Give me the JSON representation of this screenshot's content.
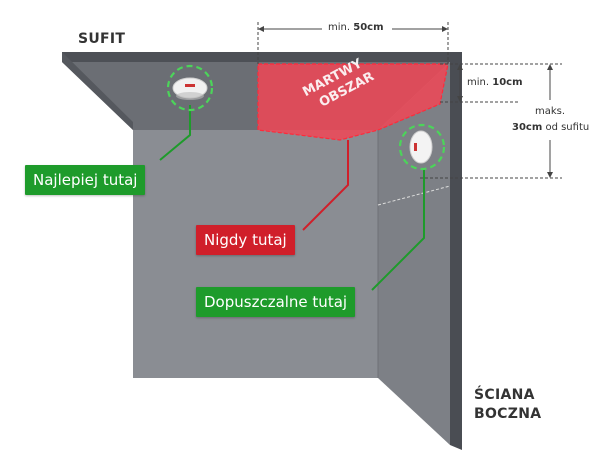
{
  "labels": {
    "ceiling": "SUFIT",
    "side_wall_line1": "ŚCIANA",
    "side_wall_line2": "BOCZNA"
  },
  "dimensions": {
    "min_horizontal_prefix": "min.",
    "min_horizontal_value": "50cm",
    "min_vertical_prefix": "min.",
    "min_vertical_value": "10cm",
    "max_line1": "maks.",
    "max_value": "30cm",
    "max_suffix": "od sufitu"
  },
  "zones": {
    "dead_zone_line1": "MARTWY",
    "dead_zone_line2": "OBSZAR",
    "best": "Najlepiej tutaj",
    "never": "Nigdy tutaj",
    "acceptable": "Dopuszczalne tutaj"
  },
  "colors": {
    "green": "#1e9b2b",
    "red": "#d01f2a",
    "wall_back": "#8a8d93",
    "wall_side": "#7c7f85",
    "ceiling": "#6b6e74",
    "edge": "#4a4d53"
  }
}
